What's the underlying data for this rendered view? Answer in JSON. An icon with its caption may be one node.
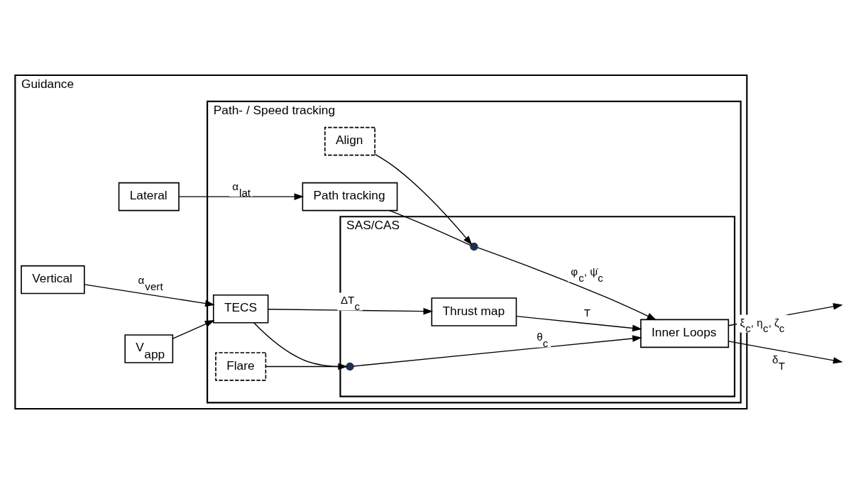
{
  "diagram": {
    "nodes": [
      {
        "text": [
          "Guidance"
        ]
      },
      {
        "text": [
          "Path- / Speed tracking"
        ],
        "in": 0
      },
      {
        "text": [
          "SAS/CAS"
        ],
        "in": 1
      },
      {
        "text": [
          "Align"
        ],
        "in": 1
      },
      {
        "text": [
          "Lateral"
        ],
        "in": 0
      },
      {
        "text": [
          "Path tracking"
        ],
        "in": 1
      },
      {
        "text": [
          "Vertical"
        ],
        "in": 0
      },
      {
        "text": [
          "TECS"
        ],
        "in": 1
      },
      {
        "text": [
          "V$_{app}$"
        ],
        "in": 0
      },
      {
        "text": [
          "Flare"
        ],
        "in": 1
      },
      {
        "text": [
          "Inner Loops"
        ],
        "in": 2
      },
      {
        "text": [
          "Thrust map"
        ],
        "in": 2
      },
      {
        "text": [],
        "shape": "circle",
        "in": 2
      },
      {
        "text": [],
        "shape": "circle",
        "in": 2
      }
    ],
    "edges": [
      {
        "from": 4,
        "to": 5,
        "arrow": "to",
        "label": "α$_{lat}$"
      },
      {
        "from": 6,
        "to": 7,
        "arrow": "to",
        "label": "α$_{vert}$"
      },
      {
        "from": 8,
        "to": 7,
        "arrow": "to"
      },
      {
        "from": 5,
        "to": 12,
        "arrow": "none"
      },
      {
        "from": 3,
        "to": 12,
        "arrow": "to"
      },
      {
        "from": 12,
        "to": 10,
        "arrow": "to",
        "label": "φ$_{c}$, ψ̇$_{c}$"
      },
      {
        "from": 7,
        "to": 13,
        "arrow": "none"
      },
      {
        "from": 9,
        "to": 13,
        "arrow": "to"
      },
      {
        "from": 13,
        "to": 10,
        "arrow": "to",
        "label": "θ$_{c}$"
      },
      {
        "from": 7,
        "to": 11,
        "arrow": "to",
        "label": "ΔT$_{c}$"
      },
      {
        "from": 11,
        "to": 10,
        "arrow": "to",
        "label": "T"
      },
      {
        "from": 10,
        "to": null,
        "arrow": "to",
        "label": "ξ$_{c}$, η$_{c}$, ζ$_{c}$"
      },
      {
        "from": 10,
        "to": null,
        "arrow": "to",
        "label": "δ$_{T}$"
      }
    ]
  }
}
